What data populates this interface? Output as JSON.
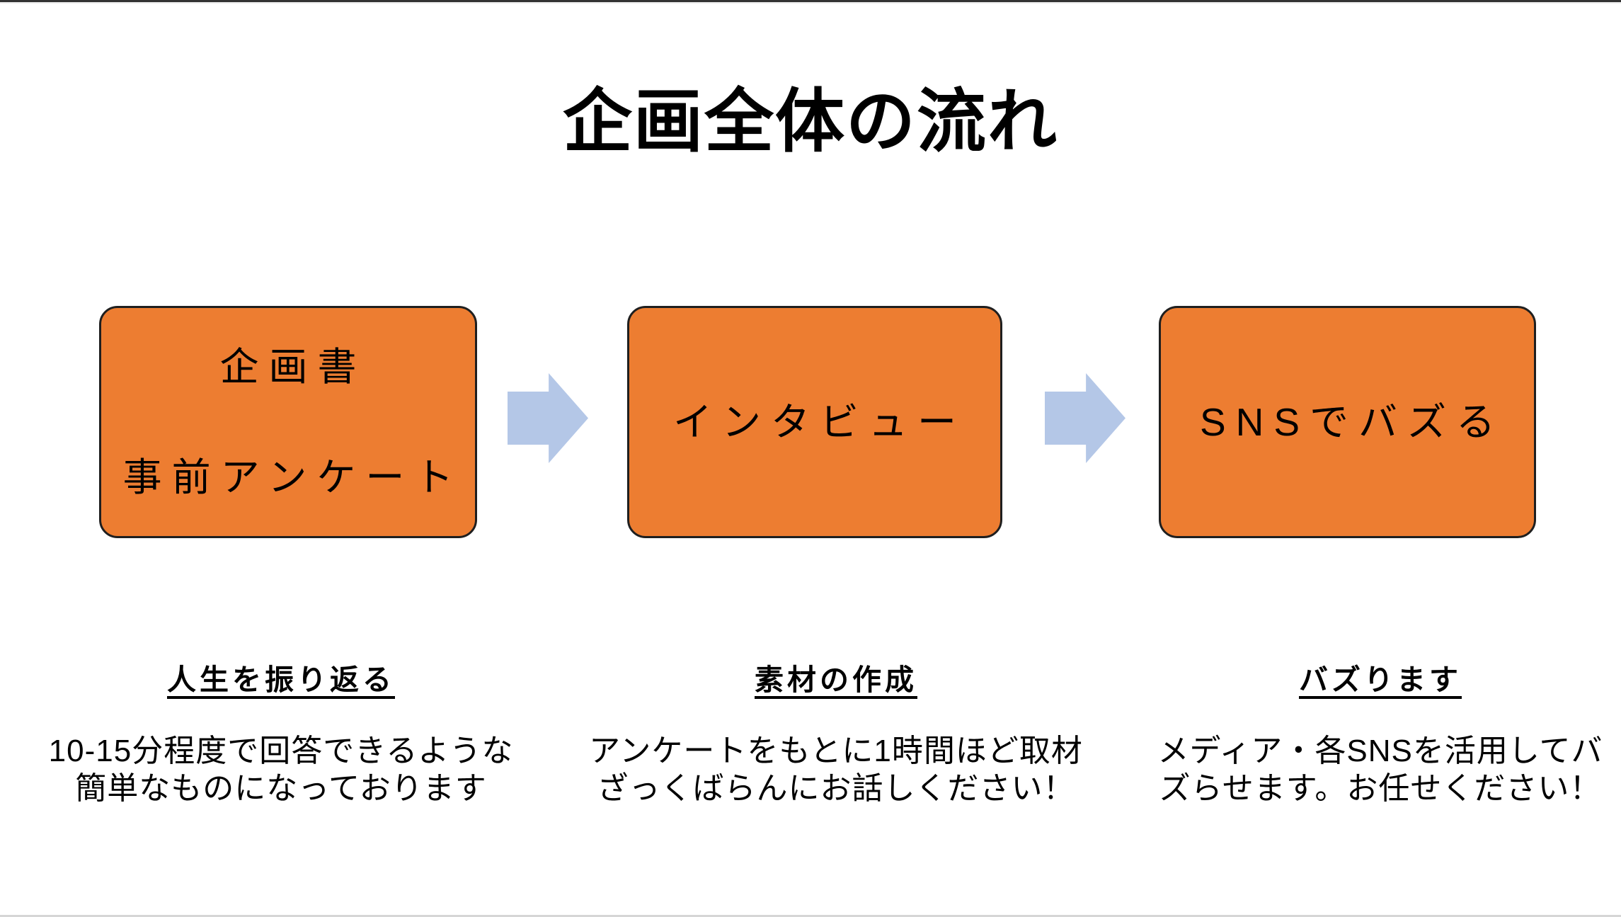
{
  "colors": {
    "background": "#ffffff",
    "text": "#000000",
    "box-fill": "#ED7D31",
    "box-border": "#1f1f1f",
    "arrow": "#B4C7E7",
    "edge-top": "#333333",
    "edge-bottom": "#d6d6d6"
  },
  "title": "企画全体の流れ",
  "flow": {
    "boxes": [
      {
        "line1": "企画書",
        "line2": "事前アンケート"
      },
      {
        "line1": "インタビュー"
      },
      {
        "line1": "SNSでバズる"
      }
    ]
  },
  "steps": [
    {
      "heading": "人生を振り返る",
      "description": "10-15分程度で回答できるような\n簡単なものになっております"
    },
    {
      "heading": "素材の作成",
      "description": "アンケートをもとに1時間ほど取材\nざっくばらんにお話しください！"
    },
    {
      "heading": "バズります",
      "description": "メディア・各SNSを活用してバ\nズらせます。お任せください！"
    }
  ]
}
